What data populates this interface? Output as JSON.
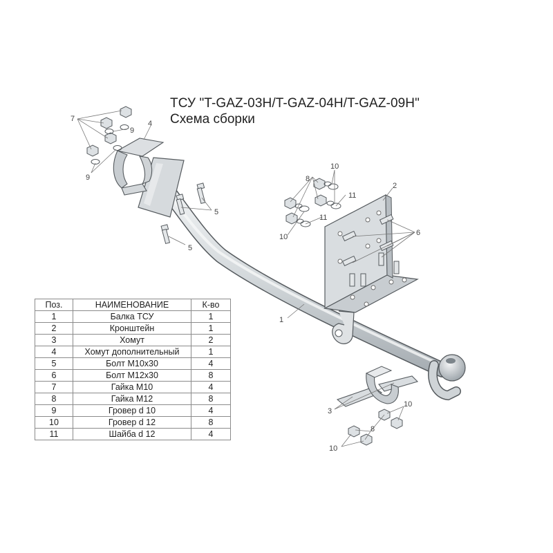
{
  "title": "ТСУ \"T-GAZ-03H/T-GAZ-04H/T-GAZ-09H\"",
  "subtitle": "Схема сборки",
  "table": {
    "headers": [
      "Поз.",
      "НАИМЕНОВАНИЕ",
      "К-во"
    ],
    "rows": [
      [
        "1",
        "Балка ТСУ",
        "1"
      ],
      [
        "2",
        "Кронштейн",
        "1"
      ],
      [
        "3",
        "Хомут",
        "2"
      ],
      [
        "4",
        "Хомут дополнительный",
        "1"
      ],
      [
        "5",
        "Болт М10х30",
        "4"
      ],
      [
        "6",
        "Болт М12х30",
        "8"
      ],
      [
        "7",
        "Гайка  М10",
        "4"
      ],
      [
        "8",
        "Гайка М12",
        "8"
      ],
      [
        "9",
        "Гровер d 10",
        "4"
      ],
      [
        "10",
        "Гровер d 12",
        "8"
      ],
      [
        "11",
        "Шайба d 12",
        "4"
      ]
    ]
  },
  "callouts": {
    "beam": "1",
    "bracket": "2",
    "clamp": "3",
    "extra_clamp": "4",
    "bolt_m10": "5",
    "bolt_m12": "6",
    "nut_m10": "7",
    "nut_m12": "8",
    "grover_d10": "9",
    "grover_d12": "10",
    "washer_d12": "11"
  },
  "colors": {
    "metal": "#d8dce0",
    "metal_dark": "#9aa2a8",
    "line": "#555a5e",
    "text": "#222222"
  }
}
